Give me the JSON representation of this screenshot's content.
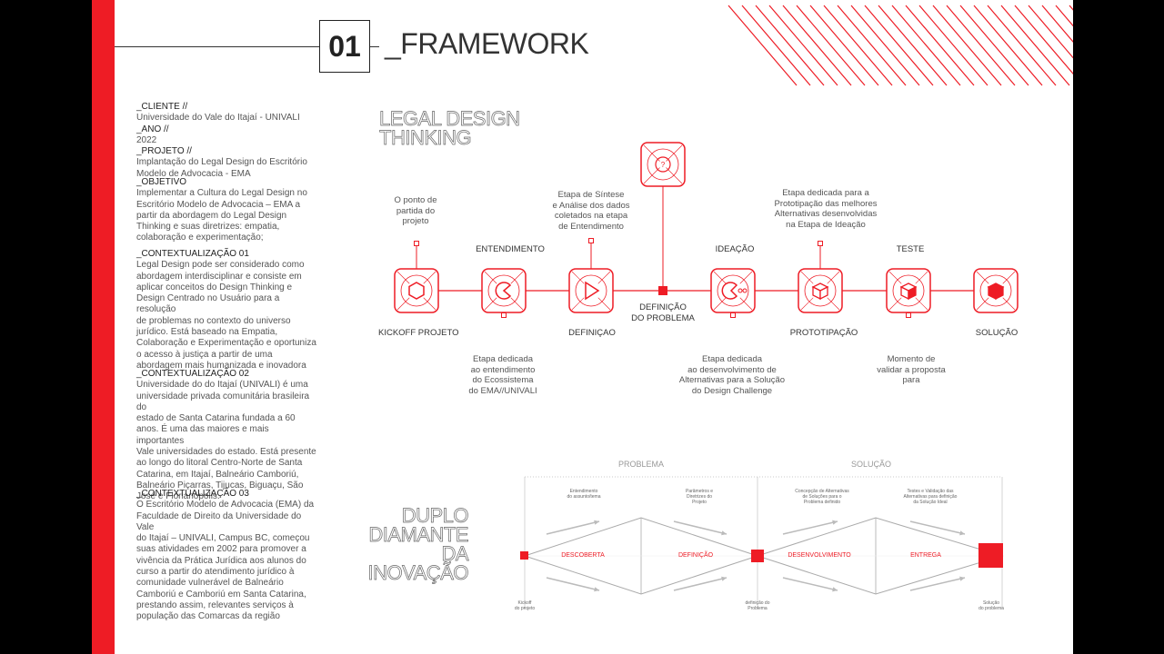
{
  "header": {
    "number": "01",
    "title": "_FRAMEWORK"
  },
  "info": {
    "cliente_label": "_CLIENTE //",
    "cliente_value": "Universidade do Vale do Itajaí - UNIVALI",
    "ano_label": "_ANO //",
    "ano_value": "2022",
    "projeto_label": "_PROJETO //",
    "projeto_lines": [
      "Implantação do Legal Design do Escritório",
      "Modelo de Advocacia - EMA"
    ],
    "objetivo_label": "_OBJETIVO",
    "objetivo_lines": [
      "Implementar a Cultura do Legal Design no",
      "Escritório Modelo de Advocacia – EMA a",
      "partir da abordagem do Legal Design",
      "Thinking e suas diretrizes: empatia,",
      "colaboração e experimentação;"
    ],
    "ctx1_label": "_CONTEXTUALIZAÇÃO 01",
    "ctx1_lines": [
      "Legal Design pode ser considerado como",
      "abordagem interdisciplinar e consiste em",
      "aplicar conceitos do Design Thinking e",
      "Design Centrado no Usuário para a resolução",
      "de problemas no contexto do universo",
      "jurídico. Está baseado na Empatia,",
      "Colaboração e Experimentação e oportuniza",
      "o acesso à justiça a partir de uma",
      "abordagem mais humanizada e inovadora"
    ],
    "ctx2_label": "_CONTEXTUALIZAÇÃO 02",
    "ctx2_lines": [
      "Universidade do do Itajaí (UNIVALI) é uma",
      "universidade privada comunitária brasileira do",
      "estado de Santa Catarina fundada a 60",
      "anos. É uma das maiores e mais importantes",
      "Vale universidades do estado. Está presente",
      "ao longo do litoral Centro-Norte de Santa",
      "Catarina, em Itajaí, Balneário Camboriú,",
      "Balneário Piçarras, Tijucas, Biguaçu, São",
      "José e Florianópolis."
    ],
    "ctx3_label": "_CONTEXTUALIZAÇÃO 03",
    "ctx3_lines": [
      "O Escritório Modelo de Advocacia (EMA) da",
      "Faculdade de Direito da Universidade do Vale",
      "do Itajaí – UNIVALI, Campus BC, começou",
      "suas atividades em 2002 para promover a",
      "vivência da Prática Jurídica aos alunos do",
      "curso a partir do atendimento jurídico à",
      "comunidade vulnerável de Balneário",
      "Camboriú e Camboriú em Santa Catarina,",
      "prestando assim, relevantes serviços à",
      "população das Comarcas da região"
    ]
  },
  "ldt": {
    "title_lines": [
      "LEGAL DESIGN",
      "THINKING"
    ],
    "stages": [
      {
        "label": "KICKOFF PROJETO",
        "icon": "hexagon-icon"
      },
      {
        "label": "ENTENDIMENTO",
        "icon": "pacman-icon"
      },
      {
        "label": "DEFINIÇAO",
        "icon": "play-arrow-icon"
      },
      {
        "label": "IDEAÇÃO",
        "icon": "pacman-dots-icon"
      },
      {
        "label": "PROTOTIPAÇÃO",
        "icon": "cube-outline-icon"
      },
      {
        "label": "TESTE",
        "icon": "cube-half-icon"
      },
      {
        "label": "SOLUÇÃO",
        "icon": "cube-filled-icon"
      }
    ],
    "problem_label_lines": [
      "DEFINIÇÃO",
      "DO PROBLEMA"
    ],
    "problem_icon": "question-icon",
    "descriptions": {
      "kickoff": [
        "O ponto de",
        "partida do",
        "projeto"
      ],
      "entendimento": [
        "Etapa dedicada",
        "ao entendimento",
        "do Ecossistema",
        "do EMA//UNIVALI"
      ],
      "definicao": [
        "Etapa de Síntese",
        "e Análise dos dados",
        "coletados na etapa",
        "de Entendimento"
      ],
      "ideacao": [
        "Etapa dedicada",
        "ao desenvolvimento de",
        "Alternativas para a Solução",
        "do Design Challenge"
      ],
      "prototipacao": [
        "Etapa dedicada para a",
        "Prototipação das melhores",
        "Alternativas desenvolvidas",
        "na Etapa de Ideação"
      ],
      "teste": [
        "Momento de",
        "validar a proposta",
        "para"
      ]
    }
  },
  "dd": {
    "title_lines": [
      "DUPLO",
      "DIAMANTE",
      "DA INOVAÇÃO"
    ],
    "headers": [
      "PROBLEMA",
      "SOLUÇÃO"
    ],
    "phases": [
      "DESCOBERTA",
      "DEFINIÇÃO",
      "DESENVOLVIMENTO",
      "ENTREGA"
    ],
    "notes": [
      [
        "Entendimento",
        "do assunto/tema"
      ],
      [
        "Parâmetros e",
        "Diretrizes do",
        "Projeto"
      ],
      [
        "Concepção de Alternativas",
        "de Soluções para o",
        "Problema definido"
      ],
      [
        "Testes e Validação das",
        "Alternativas para definição",
        "da Solução Ideal"
      ]
    ],
    "points": [
      [
        "Kickoff",
        "do projeto"
      ],
      [
        "definição do",
        "Problema"
      ],
      [
        "Solução",
        "do problema"
      ]
    ]
  },
  "colors": {
    "accent": "#ee1c25",
    "text": "#333333"
  }
}
